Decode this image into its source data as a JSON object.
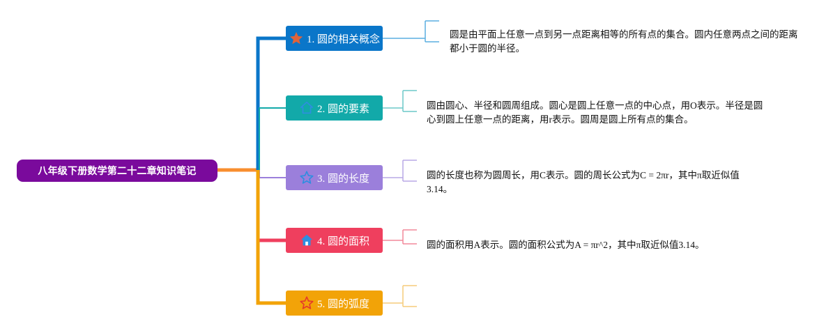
{
  "root": {
    "label": "八年级下册数学第二十二章知识笔记"
  },
  "topics": [
    {
      "label": "1. 圆的相关概念",
      "color": "#0a76c9",
      "icon": "star-filled-icon",
      "icon_color": "#e0633a",
      "note": "圆是由平面上任意一点到另一点距离相等的所有点的集合。圆内任意两点之间的距离都小于圆的半径。",
      "note_line_color": "#5aaee0"
    },
    {
      "label": "2. 圆的要素",
      "color": "#12a9a9",
      "icon": "house-outline-icon",
      "icon_color": "#2e8ee0",
      "note": "圆由圆心、半径和圆周组成。圆心是圆上任意一点的中心点，用O表示。半径是圆心到圆上任意一点的距离，用r表示。圆周是圆上所有点的集合。",
      "note_line_color": "#6cc9c9"
    },
    {
      "label": "3. 圆的长度",
      "color": "#9b7fdb",
      "icon": "star-outline-icon",
      "icon_color": "#2e8ee0",
      "note": "圆的长度也称为圆周长，用C表示。圆的周长公式为C = 2πr，其中π取近似值3.14。",
      "note_line_color": "#b8a8e6"
    },
    {
      "label": "4. 圆的面积",
      "color": "#ef3f5e",
      "icon": "house-filled-icon",
      "icon_color": "#2e8ee0",
      "note": "圆的面积用A表示。圆的面积公式为A = πr^2，其中π取近似值3.14。",
      "note_line_color": "#f2899a"
    },
    {
      "label": "5. 圆的弧度",
      "color": "#f2a308",
      "icon": "star-outline-red-icon",
      "icon_color": "#e53a2a",
      "note": "",
      "note_line_color": "#f6cc7a"
    }
  ],
  "branch_colors": {
    "root_link": "#f88e2e"
  }
}
